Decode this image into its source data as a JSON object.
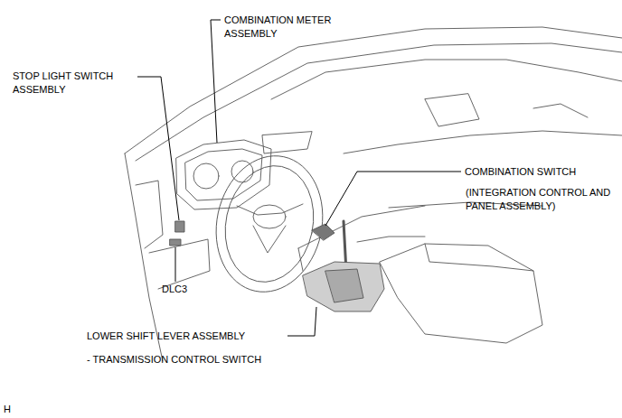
{
  "diagram": {
    "labels": [
      "COMBINATION METER ASSEMBLY",
      "STOP LIGHT SWITCH ASSEMBLY",
      "COMBINATION SWITCH",
      "(INTEGRATION CONTROL AND PANEL ASSEMBLY)",
      "DLC3",
      "LOWER SHIFT LEVER ASSEMBLY",
      "- TRANSMISSION CONTROL SWITCH",
      "H"
    ]
  }
}
